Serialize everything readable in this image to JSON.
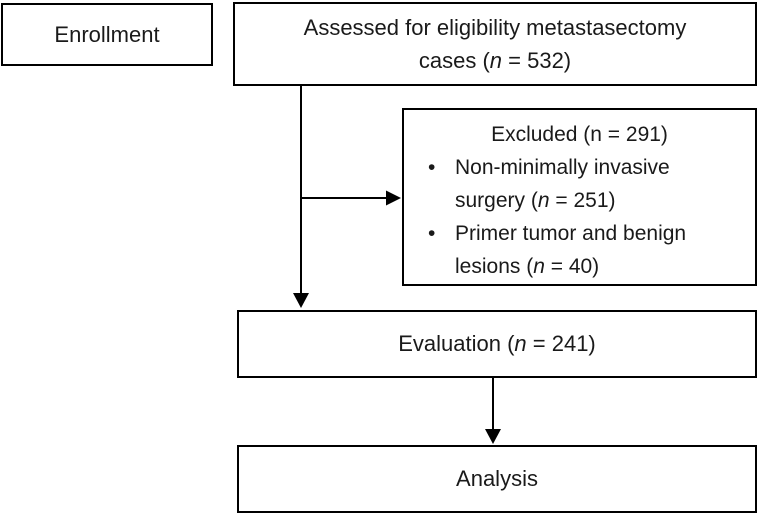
{
  "flowchart": {
    "stage_label": "Enrollment",
    "assessed": {
      "line1": "Assessed for eligibility metastasectomy",
      "line2": {
        "prefix": "cases (",
        "n": "n",
        "suffix": " = 532)"
      }
    },
    "excluded": {
      "title": "Excluded (n = 291)",
      "bullet": "•",
      "items": [
        {
          "prefix": "Non-minimally invasive surgery (",
          "n": "n",
          "suffix": " = 251)"
        },
        {
          "prefix": "Primer tumor and benign lesions (",
          "n": "n",
          "suffix": " = 40)"
        }
      ]
    },
    "evaluation": {
      "prefix": "Evaluation (",
      "n": "n",
      "suffix": " = 241)"
    },
    "analysis_label": "Analysis",
    "colors": {
      "border": "#000000",
      "text": "#1a1a1a",
      "background": "#ffffff",
      "arrow": "#000000"
    }
  }
}
